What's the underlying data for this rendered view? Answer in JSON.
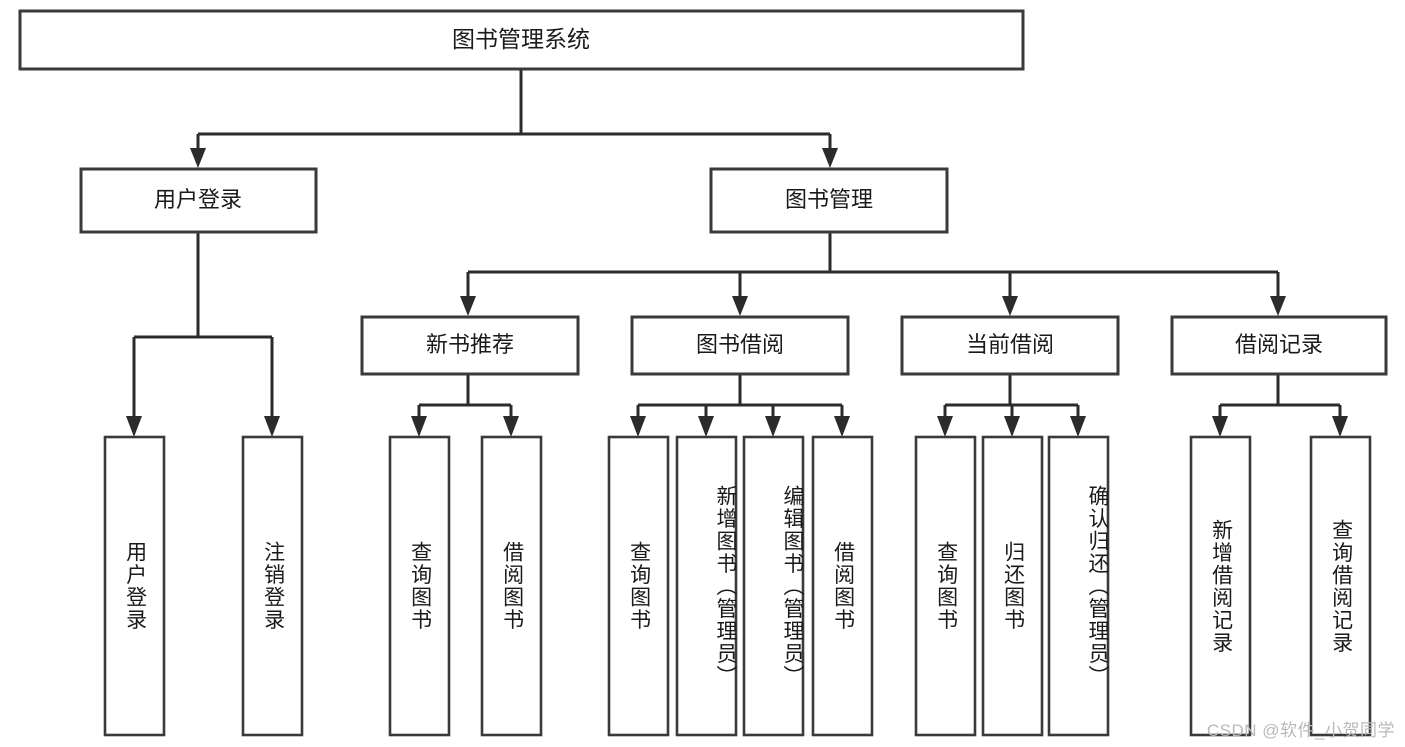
{
  "diagram": {
    "type": "tree",
    "title": "图书管理系统",
    "watermark": "CSDN @软件_小贺同学",
    "colors": {
      "box_stroke": "#3a3a3a",
      "edge": "#2b2b2b",
      "box_fill": "#ffffff",
      "background": "#ffffff",
      "watermark": "#b9b9b9"
    },
    "levels": {
      "root": {
        "label": "图书管理系统"
      },
      "level2": [
        {
          "label": "用户登录"
        },
        {
          "label": "图书管理"
        }
      ],
      "level3": [
        {
          "label": "新书推荐"
        },
        {
          "label": "图书借阅"
        },
        {
          "label": "当前借阅"
        },
        {
          "label": "借阅记录"
        }
      ],
      "leaves": [
        {
          "label": "用户登录",
          "parent": "用户登录"
        },
        {
          "label": "注销登录",
          "parent": "用户登录"
        },
        {
          "label": "查询图书",
          "parent": "新书推荐"
        },
        {
          "label": "借阅图书",
          "parent": "新书推荐"
        },
        {
          "label": "查询图书",
          "parent": "图书借阅"
        },
        {
          "label": "新增图书（管理员）",
          "parent": "图书借阅"
        },
        {
          "label": "编辑图书（管理员）",
          "parent": "图书借阅"
        },
        {
          "label": "借阅图书",
          "parent": "图书借阅"
        },
        {
          "label": "查询图书",
          "parent": "当前借阅"
        },
        {
          "label": "归还图书",
          "parent": "当前借阅"
        },
        {
          "label": "确认归还（管理员）",
          "parent": "当前借阅"
        },
        {
          "label": "新增借阅记录",
          "parent": "借阅记录"
        },
        {
          "label": "查询借阅记录",
          "parent": "借阅记录"
        }
      ]
    }
  }
}
